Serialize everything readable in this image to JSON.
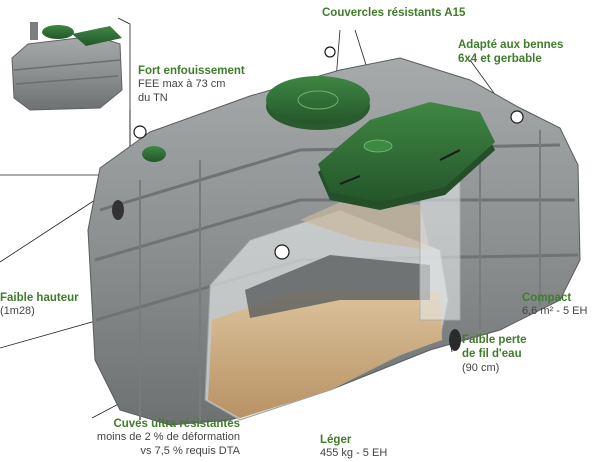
{
  "colors": {
    "accent_green": "#3f7d2a",
    "lid_green": "#2f6b35",
    "tank_grey": "#8d9192",
    "filter_sand": "#c9a77a",
    "text_dark": "#444444"
  },
  "callouts": {
    "depth": {
      "title": "Fort enfouissement",
      "lines": [
        "FEE max à 73 cm",
        "du TN"
      ]
    },
    "lids": {
      "title": "Couvercles résistants A15",
      "lines": []
    },
    "dumpster": {
      "title_lines": [
        "Adapté aux bennes",
        "6x4 et gerbable"
      ]
    },
    "height": {
      "title": "Faible hauteur",
      "lines": [
        "(1m28)"
      ]
    },
    "compact": {
      "title": "Compact",
      "lines": [
        "6,6 m² - 5 EH"
      ]
    },
    "flowloss": {
      "title_lines": [
        "Faible perte",
        "de fil d'eau"
      ],
      "lines": [
        "(90 cm)"
      ]
    },
    "strength": {
      "title": "Cuves ultra résistantes",
      "lines": [
        "moins de 2 % de déformation",
        "vs 7,5 % requis DTA"
      ]
    },
    "light": {
      "title": "Léger",
      "lines": [
        "455 kg - 5 EH"
      ]
    }
  },
  "icons": {
    "thumbnail": "tank-thumbnail-icon",
    "main": "septic-tank-illustration"
  }
}
